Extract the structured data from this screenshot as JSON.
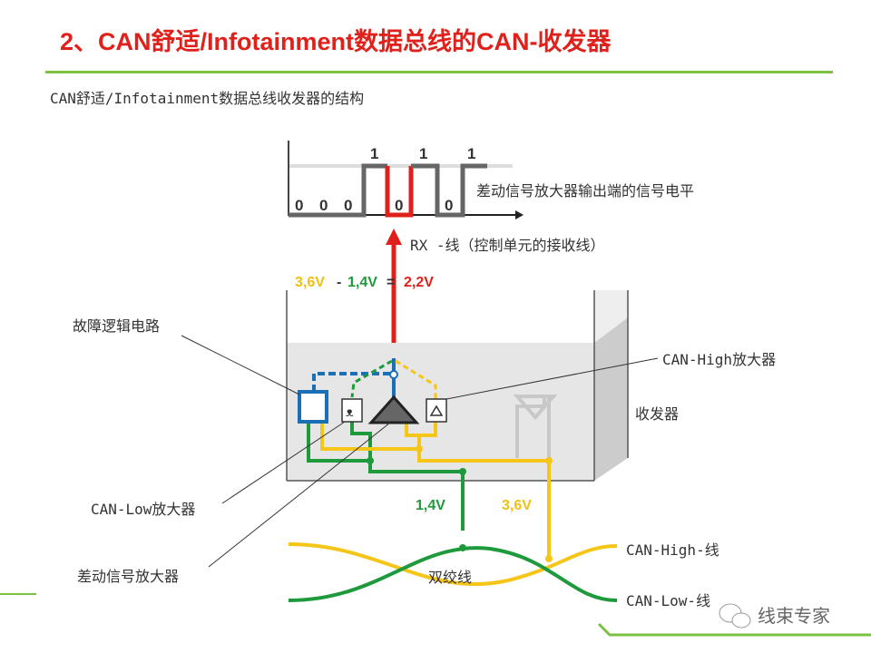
{
  "slide_title": "2、CAN舒适/Infotainment数据总线的CAN-收发器",
  "diagram": {
    "subtitle": "CAN舒适/Infotainment数据总线收发器的结构",
    "waveform": {
      "bits_low": [
        "0",
        "0",
        "0"
      ],
      "bits_high": [
        "1",
        "1",
        "1"
      ],
      "bit_zero_red": "0",
      "bit_zero_gray": "0",
      "label": "差动信号放大器输出端的信号电平"
    },
    "rx_label": "RX -线（控制单元的接收线）",
    "equation": {
      "a": "3,6V",
      "minus": "-",
      "b": "1,4V",
      "eq": "=",
      "result": "2,2V"
    },
    "labels": {
      "fault_logic": "故障逻辑电路",
      "can_high_amp": "CAN-High放大器",
      "transceiver": "收发器",
      "can_low_amp": "CAN-Low放大器",
      "diff_amp": "差动信号放大器",
      "low_voltage": "1,4V",
      "high_voltage": "3,6V",
      "twisted_pair": "双绞线",
      "can_high_wire": "CAN-High-线",
      "can_low_wire": "CAN-Low-线"
    },
    "colors": {
      "red": "#e0201a",
      "green": "#1e9a3c",
      "yellow": "#f5c518",
      "blue": "#1a6fb5",
      "gray": "#c8c8c8"
    }
  },
  "watermark": "线束专家"
}
